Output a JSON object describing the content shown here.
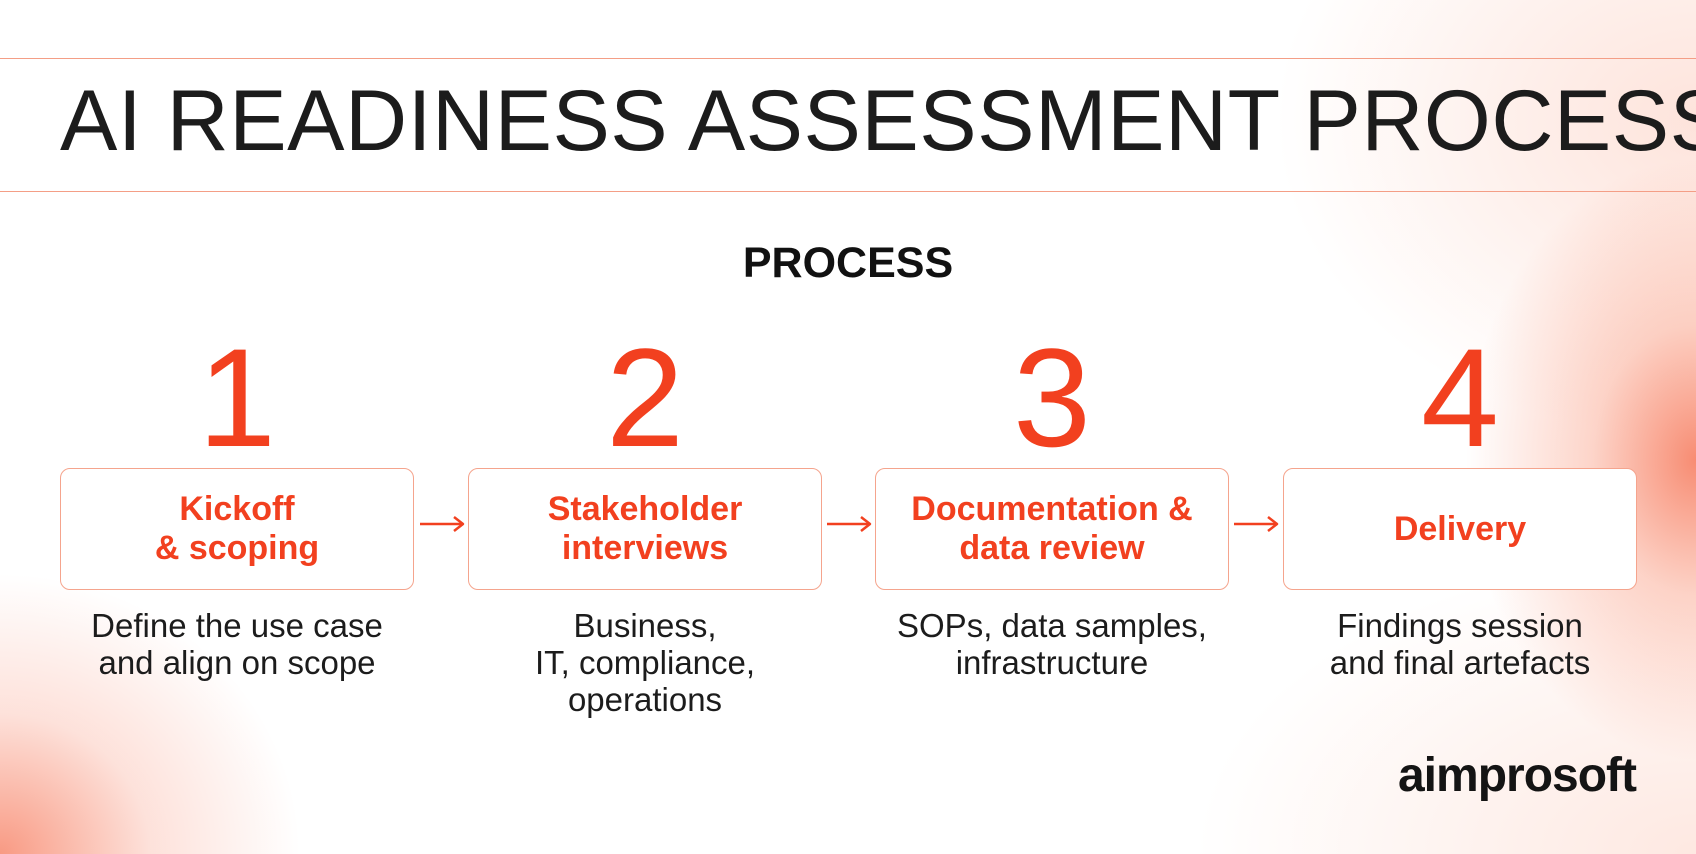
{
  "header": {
    "title": "AI READINESS ASSESSMENT PROCESS"
  },
  "section": {
    "title": "PROCESS"
  },
  "steps": [
    {
      "number": "1",
      "title": "Kickoff\n& scoping",
      "description": "Define the use case\nand align on scope"
    },
    {
      "number": "2",
      "title": "Stakeholder\ninterviews",
      "description": "Business,\nIT, compliance,\noperations"
    },
    {
      "number": "3",
      "title": "Documentation &\ndata review",
      "description": "SOPs, data samples,\ninfrastructure"
    },
    {
      "number": "4",
      "title": "Delivery",
      "description": "Findings session\nand final artefacts"
    }
  ],
  "logo": {
    "text": "aimprosoft"
  },
  "colors": {
    "accent": "#f2401f",
    "border": "#f5a48d",
    "text": "#1c1c1c"
  },
  "icons": {
    "connector": "arrow-right-icon"
  }
}
